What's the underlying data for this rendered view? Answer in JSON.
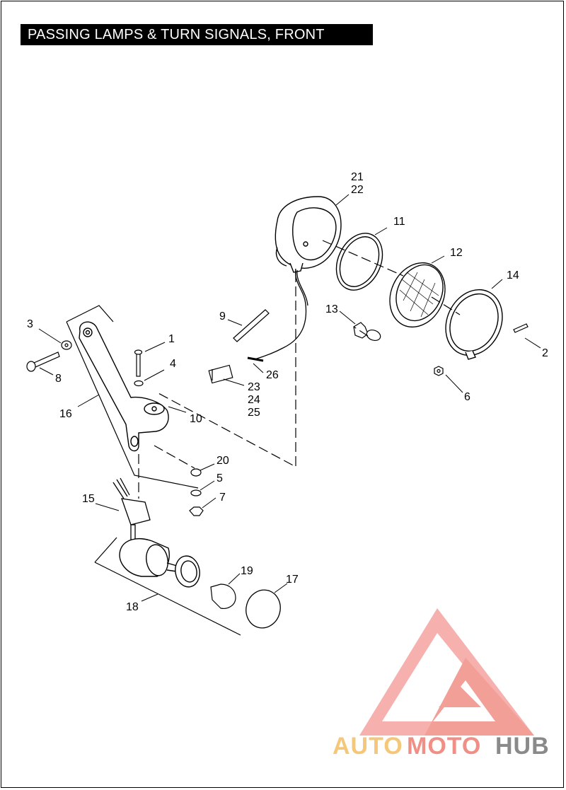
{
  "title": "PASSING LAMPS & TURN SIGNALS, FRONT",
  "callouts": [
    {
      "id": "c21",
      "text": "21"
    },
    {
      "id": "c22",
      "text": "22"
    },
    {
      "id": "c11",
      "text": "11"
    },
    {
      "id": "c12",
      "text": "12"
    },
    {
      "id": "c14",
      "text": "14"
    },
    {
      "id": "c13",
      "text": "13"
    },
    {
      "id": "c9",
      "text": "9"
    },
    {
      "id": "c3",
      "text": "3"
    },
    {
      "id": "c1",
      "text": "1"
    },
    {
      "id": "c2",
      "text": "2"
    },
    {
      "id": "c4",
      "text": "4"
    },
    {
      "id": "c8",
      "text": "8"
    },
    {
      "id": "c26",
      "text": "26"
    },
    {
      "id": "c6",
      "text": "6"
    },
    {
      "id": "c23",
      "text": "23"
    },
    {
      "id": "c24",
      "text": "24"
    },
    {
      "id": "c25",
      "text": "25"
    },
    {
      "id": "c16",
      "text": "16"
    },
    {
      "id": "c10",
      "text": "10"
    },
    {
      "id": "c20",
      "text": "20"
    },
    {
      "id": "c5",
      "text": "5"
    },
    {
      "id": "c7",
      "text": "7"
    },
    {
      "id": "c15",
      "text": "15"
    },
    {
      "id": "c19",
      "text": "19"
    },
    {
      "id": "c17",
      "text": "17"
    },
    {
      "id": "c18",
      "text": "18"
    }
  ],
  "watermark": {
    "part1": "AUTO",
    "part2": "MOTO",
    "part3": "HUB",
    "color1": "#f5c77a",
    "color2": "#f08f86",
    "color3": "#8a8a8a",
    "logo_color": "#f08f86"
  }
}
